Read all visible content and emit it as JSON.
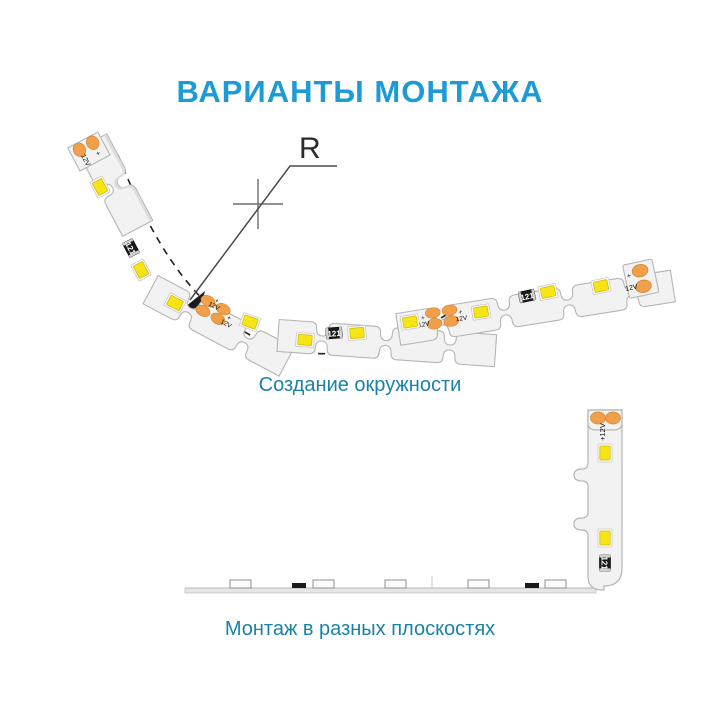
{
  "page": {
    "title": "ВАРИАНТЫ МОНТАЖА",
    "title_color": "#1C9BD6",
    "background": "#ffffff"
  },
  "captions": {
    "circle": "Создание окружности",
    "planes": "Монтаж в разных плоскостях",
    "color": "#1A82A8"
  },
  "annotations": {
    "radius_label": "R",
    "power_label_plus": "+",
    "power_label_minus": "−",
    "voltage_label": "12V",
    "resistor_label": "121"
  },
  "colors": {
    "pcb_fill": "#f2f2f2",
    "pcb_stroke": "#b5b5b5",
    "led_yellow": "#F7E417",
    "led_stroke": "#b9a800",
    "solder_pad_orange": "#F0A04B",
    "resistor_black": "#1a1a1a",
    "leader_line": "#4a4a4a",
    "dashed_guide": "#222222"
  },
  "diagrams": [
    {
      "name": "circle-creation",
      "description": "Flexible zigzag LED strip bent into an arc with radius center cross-mark and R dimension leader",
      "voltage_markers": 3,
      "led_count": 14,
      "resistor_count": 3
    },
    {
      "name": "different-planes",
      "description": "LED strip bent 90 degrees - horizontal run seen edge-on joining a vertical face-on run",
      "voltage_markers": 1,
      "led_count": 2,
      "resistor_count": 1
    }
  ]
}
